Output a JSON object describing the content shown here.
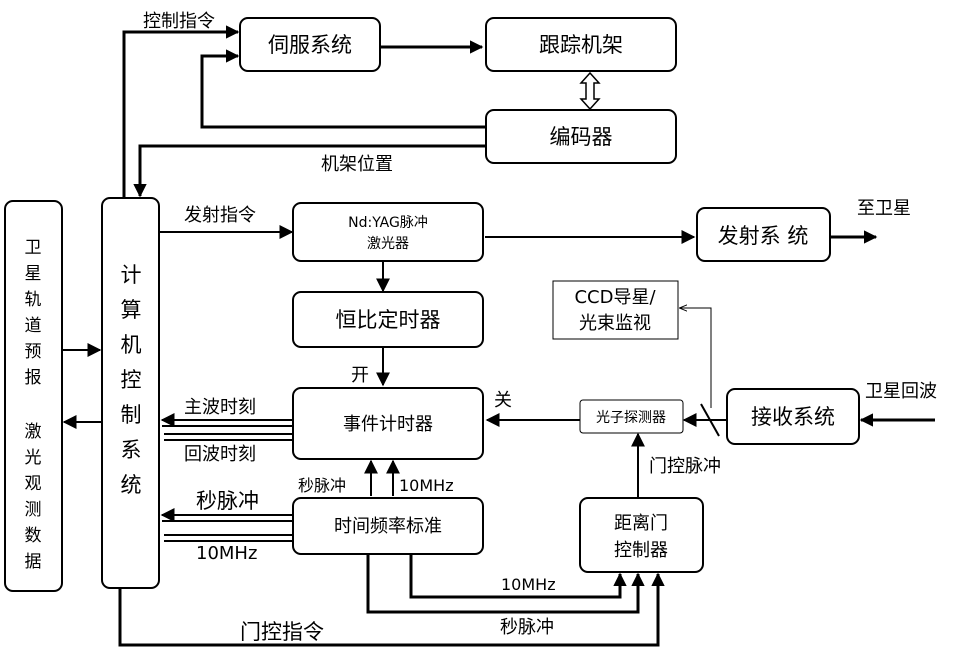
{
  "nodes": {
    "servo": "伺服系统",
    "mount": "跟踪机架",
    "encoder": "编码器",
    "laser_line1": "Nd:YAG脉冲",
    "laser_line2": "激光器",
    "transmit": "发射系 统",
    "cfd": "恒比定时器",
    "event_timer": "事件计时器",
    "time_freq": "时间频率标准",
    "photon_detector": "光子探测器",
    "receiver": "接收系统",
    "ccd_line1": "CCD导星/",
    "ccd_line2": "光束监视",
    "range_gate_line1": "距离门",
    "range_gate_line2": "控制器",
    "computer_chars": [
      "计",
      "算",
      "机",
      "控",
      "制",
      "系",
      "统"
    ],
    "satellite_chars": [
      "卫",
      "星",
      "轨",
      "道",
      "预",
      "报",
      "",
      "激",
      "光",
      "观",
      "测",
      "数",
      "据"
    ]
  },
  "labels": {
    "control_cmd": "控制指令",
    "mount_position": "机架位置",
    "fire_cmd": "发射指令",
    "to_satellite": "至卫星",
    "open": "开",
    "close": "关",
    "main_wave_time": "主波时刻",
    "echo_time": "回波时刻",
    "sat_echo": "卫星回波",
    "second_pulse_a": "秒脉冲",
    "mhz_a": "10MHz",
    "second_pulse_b": "秒脉冲",
    "mhz_b": "10MHz",
    "gate_pulse": "门控脉冲",
    "mhz_c": "10MHz",
    "second_pulse_c": "秒脉冲",
    "gate_cmd": "门控指令"
  }
}
